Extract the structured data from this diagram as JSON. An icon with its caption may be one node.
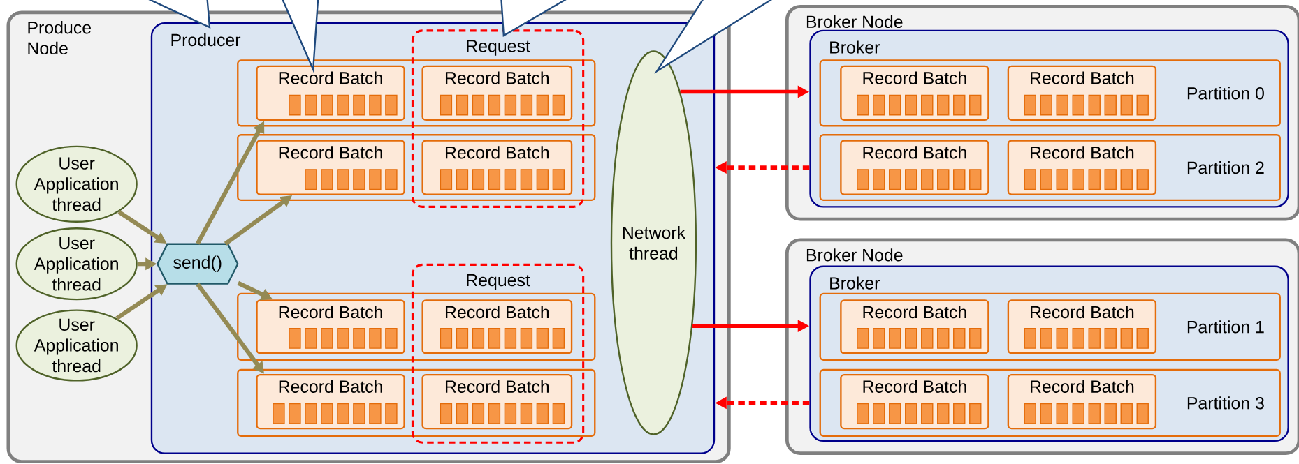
{
  "diagram": {
    "nodes": [
      {
        "text": [
          "Produce Node"
        ]
      },
      {
        "text": [
          "Producer"
        ],
        "in": 0
      },
      {
        "text": [
          "User Application thread"
        ],
        "in": 0
      },
      {
        "text": [
          "User Application thread"
        ],
        "in": 0
      },
      {
        "text": [
          "User Application thread"
        ],
        "in": 0
      },
      {
        "text": [
          "send()"
        ],
        "in": 1
      },
      {
        "text": [
          "Request"
        ],
        "in": 1
      },
      {
        "text": [],
        "shape": "box",
        "in": 1
      },
      {
        "text": [
          "Record Batch"
        ],
        "in": 7
      },
      {
        "text": [
          "Record Batch"
        ]
      },
      {
        "text": [],
        "shape": "box",
        "in": 1
      },
      {
        "text": [
          "Record Batch"
        ],
        "in": 10
      },
      {
        "text": [
          "Record Batch"
        ]
      },
      {
        "text": [
          "Request"
        ],
        "in": 1
      },
      {
        "text": [],
        "shape": "box",
        "in": 1
      },
      {
        "text": [
          "Record Batch"
        ],
        "in": 14
      },
      {
        "text": [
          "Record Batch"
        ]
      },
      {
        "text": [],
        "shape": "box",
        "in": 1
      },
      {
        "text": [
          "Record Batch"
        ],
        "in": 17
      },
      {
        "text": [
          "Record Batch"
        ]
      },
      {
        "text": [
          "Network thread"
        ],
        "in": 1
      },
      {
        "text": [
          "Broker Node"
        ]
      },
      {
        "text": [
          "Broker"
        ],
        "in": 21
      },
      {
        "text": [
          "Partition 0"
        ],
        "in": 22
      },
      {
        "text": [
          "Record Batch"
        ],
        "in": 23
      },
      {
        "text": [
          "Record Batch"
        ],
        "in": 23
      },
      {
        "text": [
          "Partition 2"
        ],
        "in": 22
      },
      {
        "text": [
          "Record Batch"
        ],
        "in": 26
      },
      {
        "text": [
          "Record Batch"
        ],
        "in": 26
      },
      {
        "text": [
          "Broker Node"
        ]
      },
      {
        "text": [
          "Broker"
        ],
        "in": 29
      },
      {
        "text": [
          "Partition 1"
        ],
        "in": 30
      },
      {
        "text": [
          "Record Batch"
        ],
        "in": 31
      },
      {
        "text": [
          "Record Batch"
        ],
        "in": 31
      },
      {
        "text": [
          "Partition 3"
        ],
        "in": 30
      },
      {
        "text": [
          "Record Batch"
        ],
        "in": 34
      },
      {
        "text": [
          "Record Batch"
        ],
        "in": 34
      }
    ],
    "edges": [
      {
        "from": 2,
        "to": 5,
        "arrow": "to"
      },
      {
        "from": 3,
        "to": 5,
        "arrow": "to"
      },
      {
        "from": 4,
        "to": 5,
        "arrow": "to"
      },
      {
        "from": 5,
        "to": 8,
        "arrow": "to"
      },
      {
        "from": 5,
        "to": 11,
        "arrow": "to"
      },
      {
        "from": 5,
        "to": 15,
        "arrow": "to"
      },
      {
        "from": 5,
        "to": 18,
        "arrow": "to"
      },
      {
        "from": 20,
        "to": 22,
        "arrow": "to",
        "color": "#ff0000"
      },
      {
        "from": 22,
        "to": 1,
        "arrow": "to",
        "style": "dashed",
        "color": "#ff0000"
      },
      {
        "from": 20,
        "to": 30,
        "arrow": "to",
        "color": "#ff0000"
      },
      {
        "from": 30,
        "to": 1,
        "arrow": "to",
        "style": "dashed",
        "color": "#ff0000"
      }
    ]
  }
}
